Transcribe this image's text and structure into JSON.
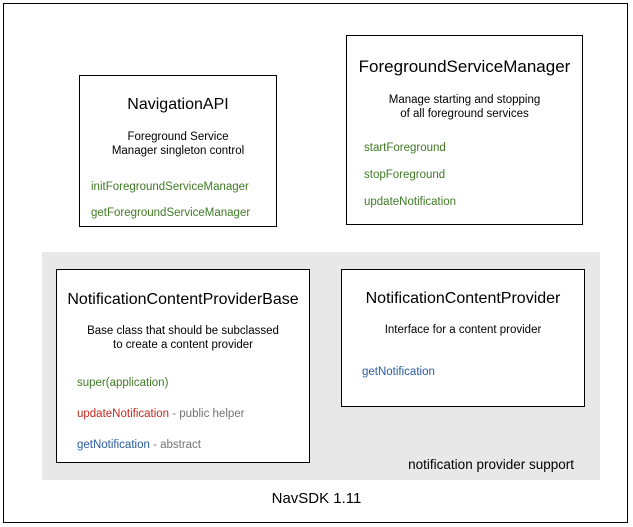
{
  "diagram": {
    "footer_caption": "NavSDK 1.11",
    "group_panel": {
      "label": "notification provider support"
    },
    "boxes": [
      {
        "id": "navigation-api",
        "title": "NavigationAPI",
        "description": "Foreground Service\nManager singleton control",
        "desc_line1": "Foreground Service",
        "desc_line2": "Manager singleton control",
        "members": [
          {
            "name": "initForegroundServiceManager",
            "note": "",
            "color": "#3f7a25"
          },
          {
            "name": "getForegroundServiceManager",
            "note": "",
            "color": "#3f7a25"
          }
        ]
      },
      {
        "id": "foreground-service-manager",
        "title": "ForegroundServiceManager",
        "description": "Manage starting and stopping\nof all foreground services",
        "desc_line1": "Manage starting and stopping",
        "desc_line2": "of all foreground services",
        "members": [
          {
            "name": "startForeground",
            "note": "",
            "color": "#3f7a25"
          },
          {
            "name": "stopForeground",
            "note": "",
            "color": "#3f7a25"
          },
          {
            "name": "updateNotification",
            "note": "",
            "color": "#3f7a25"
          }
        ]
      },
      {
        "id": "notification-content-provider-base",
        "title": "NotificationContentProviderBase",
        "description": "Base class that should be subclassed\nto create a content provider",
        "desc_line1": "Base class that should be subclassed",
        "desc_line2": "to create a content provider",
        "members": [
          {
            "name": "super(application)",
            "note": "",
            "color": "#3f7a25"
          },
          {
            "name": "updateNotification",
            "note": " - public helper",
            "color": "#bf2a21"
          },
          {
            "name": "getNotification",
            "note": " - abstract",
            "color": "#2a5c9f"
          }
        ]
      },
      {
        "id": "notification-content-provider",
        "title": "NotificationContentProvider",
        "description": "Interface for a content provider",
        "desc_line1": "Interface for a content provider",
        "desc_line2": "",
        "members": [
          {
            "name": "getNotification",
            "note": "",
            "color": "#2a5c9f"
          }
        ]
      }
    ],
    "colors": {
      "green": "#3f7a25",
      "red": "#bf2a21",
      "blue": "#2a5c9f",
      "note_gray": "#737373",
      "panel_gray": "#e8e8e8",
      "border": "#000000",
      "background": "#ffffff"
    }
  }
}
